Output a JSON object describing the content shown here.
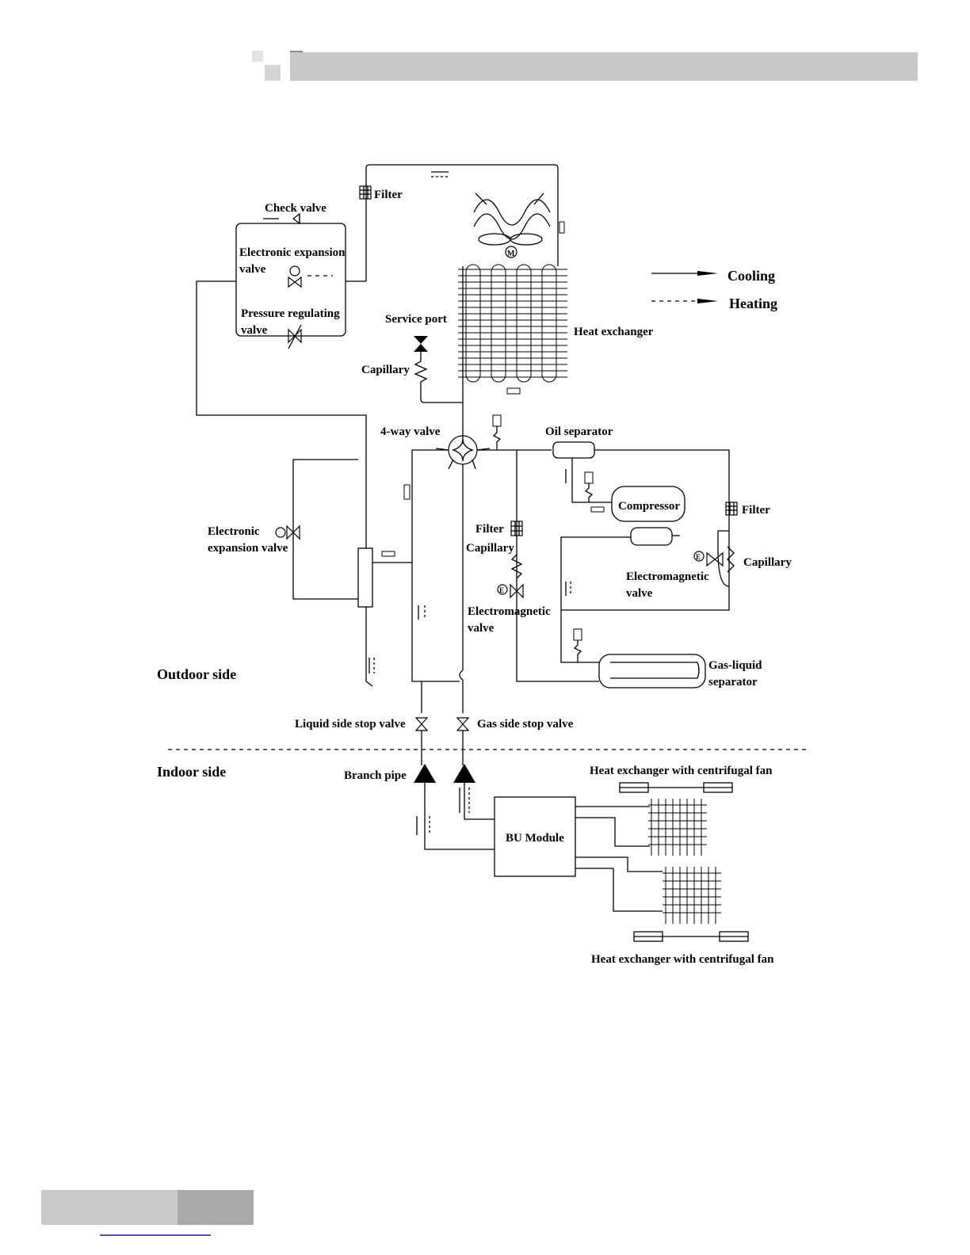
{
  "labels": {
    "filter_top": "Filter",
    "check_valve": "Check valve",
    "eev_top_1": "Electronic expansion",
    "eev_top_2": "valve",
    "prv_1": "Pressure regulating",
    "prv_2": "valve",
    "service_port": "Service port",
    "capillary_top": "Capillary",
    "heat_exchanger": "Heat exchanger",
    "four_way_valve": "4-way valve",
    "oil_separator": "Oil separator",
    "compressor": "Compressor",
    "filter_right": "Filter",
    "capillary_right": "Capillary",
    "em_valve_right_1": "Electromagnetic",
    "em_valve_right_2": "valve",
    "eev_left_1": "Electronic",
    "eev_left_2": "expansion valve",
    "filter_mid": "Filter",
    "capillary_mid": "Capillary",
    "em_valve_mid_1": "Electromagnetic",
    "em_valve_mid_2": "valve",
    "gas_liquid_1": "Gas-liquid",
    "gas_liquid_2": "separator",
    "outdoor_side": "Outdoor side",
    "liquid_stop_valve": "Liquid side stop valve",
    "gas_stop_valve": "Gas side stop valve",
    "indoor_side": "Indoor side",
    "branch_pipe": "Branch pipe",
    "bu_module": "BU Module",
    "hx_fan_top": "Heat exchanger with centrifugal fan",
    "hx_fan_bottom": "Heat exchanger with centrifugal fan",
    "motor": "M",
    "em_coil": "E"
  },
  "legend": {
    "cooling": "Cooling",
    "heating": "Heating"
  }
}
